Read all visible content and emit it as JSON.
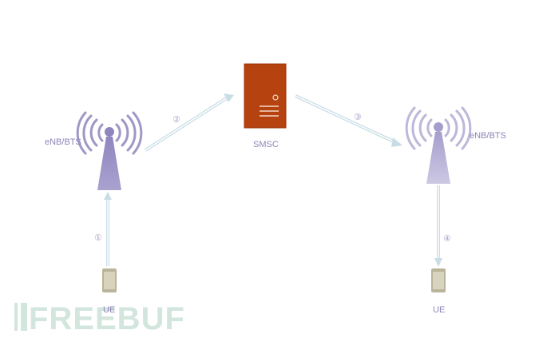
{
  "nodes": {
    "left_tower_label": "eNB/BTS",
    "right_tower_label": "eNB/BTS",
    "server_label": "SMSC",
    "left_ue_label": "UE",
    "right_ue_label": "UE"
  },
  "steps": {
    "step1": "①",
    "step2": "②",
    "step3": "③",
    "step4": "④"
  },
  "watermark": "FREEBUF",
  "colors": {
    "tower_left": "#9f97c6",
    "tower_right": "#bdb7d9",
    "server": "#b5420f",
    "arrow": "#c9dde6",
    "label": "#8d86b8",
    "phone": "#cbc6ad"
  }
}
